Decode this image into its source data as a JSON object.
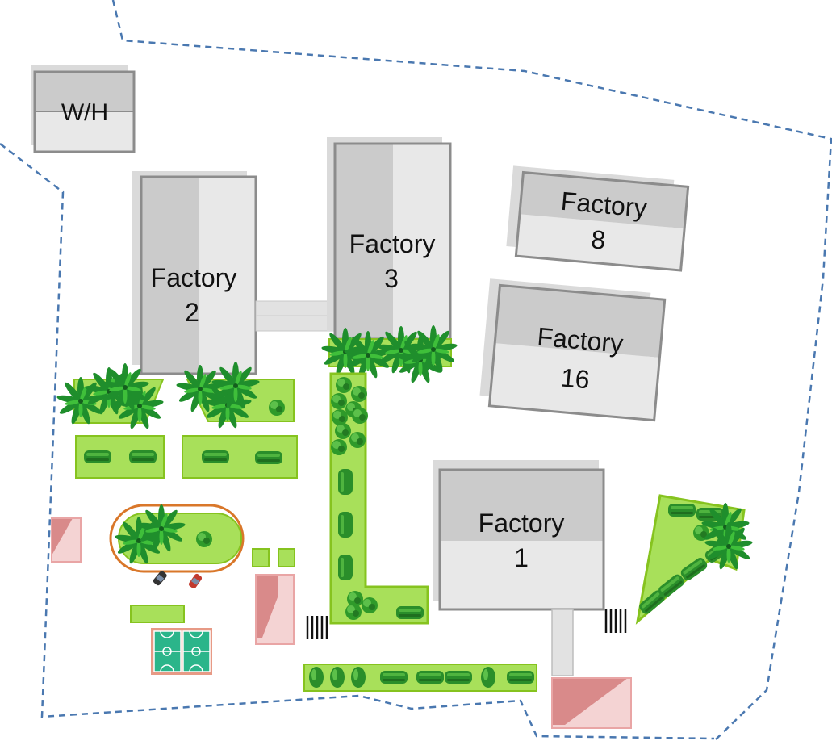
{
  "site_plan": {
    "buildings": [
      {
        "id": "wh",
        "line1": "W/H",
        "line2": ""
      },
      {
        "id": "factory-2",
        "line1": "Factory",
        "line2": "2"
      },
      {
        "id": "factory-3",
        "line1": "Factory",
        "line2": "3"
      },
      {
        "id": "factory-8",
        "line1": "Factory",
        "line2": "8"
      },
      {
        "id": "factory-16",
        "line1": "Factory",
        "line2": "16"
      },
      {
        "id": "factory-1",
        "line1": "Factory",
        "line2": "1"
      }
    ],
    "colors": {
      "boundary": "#4a78b0",
      "building_dark": "#cbcbcb",
      "building_light": "#e8e8e8",
      "building_border": "#8c8c8c",
      "shadow": "#dadada",
      "lawn": "#a8e05a",
      "lawn_border": "#86c31f",
      "shrub": "#2f9a2a",
      "tree": "#1f8a2a",
      "track": "#d9772a",
      "roof": "#e9a5a5",
      "roof_dark": "#d98a8a",
      "court": "#2bb58a",
      "court_border": "#e79a86",
      "connector": "#e2e2e2"
    }
  }
}
